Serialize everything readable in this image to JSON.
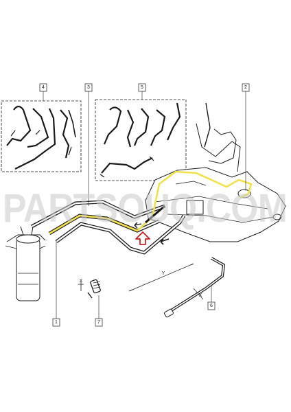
{
  "watermark": {
    "text": "PARTSOUQ.COM"
  },
  "callouts": [
    {
      "id": "callout-4",
      "label": "4"
    },
    {
      "id": "callout-3",
      "label": "3"
    },
    {
      "id": "callout-5",
      "label": "5"
    },
    {
      "id": "callout-2",
      "label": "2"
    },
    {
      "id": "callout-1",
      "label": "1"
    },
    {
      "id": "callout-7",
      "label": "7"
    },
    {
      "id": "callout-6",
      "label": "6"
    }
  ],
  "dimension_labels": {
    "y": "Y",
    "x_fitting": "X",
    "x_pipe": "X"
  },
  "colors": {
    "line": "#1a1a1a",
    "highlight_yellow": "#f2e14a",
    "arrow_red": "#d21f1f",
    "watermark": "#c9c9c9"
  }
}
